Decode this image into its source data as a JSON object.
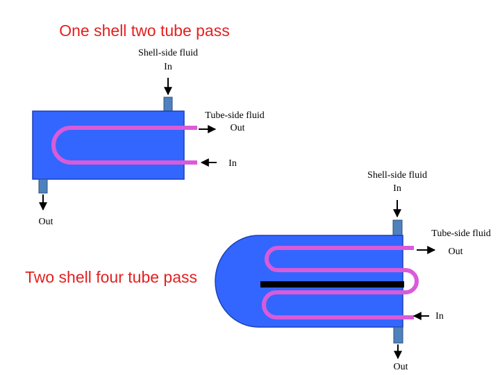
{
  "diagram1": {
    "title": "One shell two tube pass",
    "title_color": "#e41f1f",
    "shell_in_label_line1": "Shell-side fluid",
    "shell_in_label_line2": "In",
    "tube_out_label_line1": "Tube-side fluid",
    "tube_out_label_line2": "Out",
    "tube_in_label": "In",
    "shell_out_label": "Out"
  },
  "diagram2": {
    "title": "Two shell four tube pass",
    "title_color": "#e41f1f",
    "shell_in_label_line1": "Shell-side fluid",
    "shell_in_label_line2": "In",
    "tube_out_label_line1": "Tube-side fluid",
    "tube_out_label_line2": "Out",
    "tube_in_label": "In",
    "shell_out_label": "Out"
  },
  "colors": {
    "shell": "#3366ff",
    "shell_outline": "#1a3fb8",
    "tube": "#d95bd9",
    "nozzle": "#4f81bd",
    "baffle": "#000000"
  }
}
